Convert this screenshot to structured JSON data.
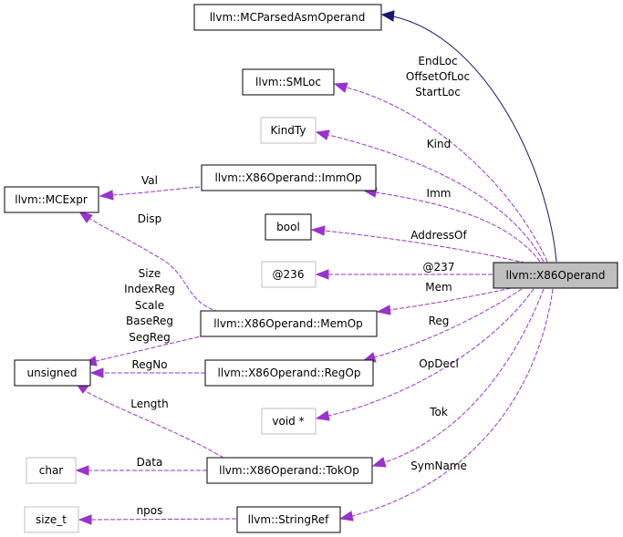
{
  "nodes": {
    "mcparsed": "llvm::MCParsedAsmOperand",
    "smloc": "llvm::SMLoc",
    "kindty": "KindTy",
    "mcexpr": "llvm::MCExpr",
    "immop": "llvm::X86Operand::ImmOp",
    "bool": "bool",
    "at236": "@236",
    "x86operand": "llvm::X86Operand",
    "memop": "llvm::X86Operand::MemOp",
    "unsigned": "unsigned",
    "regop": "llvm::X86Operand::RegOp",
    "voidptr": "void *",
    "char": "char",
    "tokop": "llvm::X86Operand::TokOp",
    "size_t": "size_t",
    "stringref": "llvm::StringRef"
  },
  "edge_labels": {
    "smloc": [
      "EndLoc",
      "OffsetOfLoc",
      "StartLoc"
    ],
    "kind": "Kind",
    "imm": "Imm",
    "val": "Val",
    "disp": "Disp",
    "addressof": "AddressOf",
    "at237": "@237",
    "mem": "Mem",
    "reg": "Reg",
    "memop_unsigned": [
      "Size",
      "IndexReg",
      "Scale",
      "BaseReg",
      "SegReg"
    ],
    "regno": "RegNo",
    "opdecl": "OpDecl",
    "length": "Length",
    "tok": "Tok",
    "data": "Data",
    "symname": "SymName",
    "npos": "npos"
  },
  "colors": {
    "composition_edge": "#9a32cd",
    "inheritance_edge": "#191970",
    "focus_node_fill": "#bfbfbf",
    "undocumented_node_border": "#bfbfbf"
  }
}
